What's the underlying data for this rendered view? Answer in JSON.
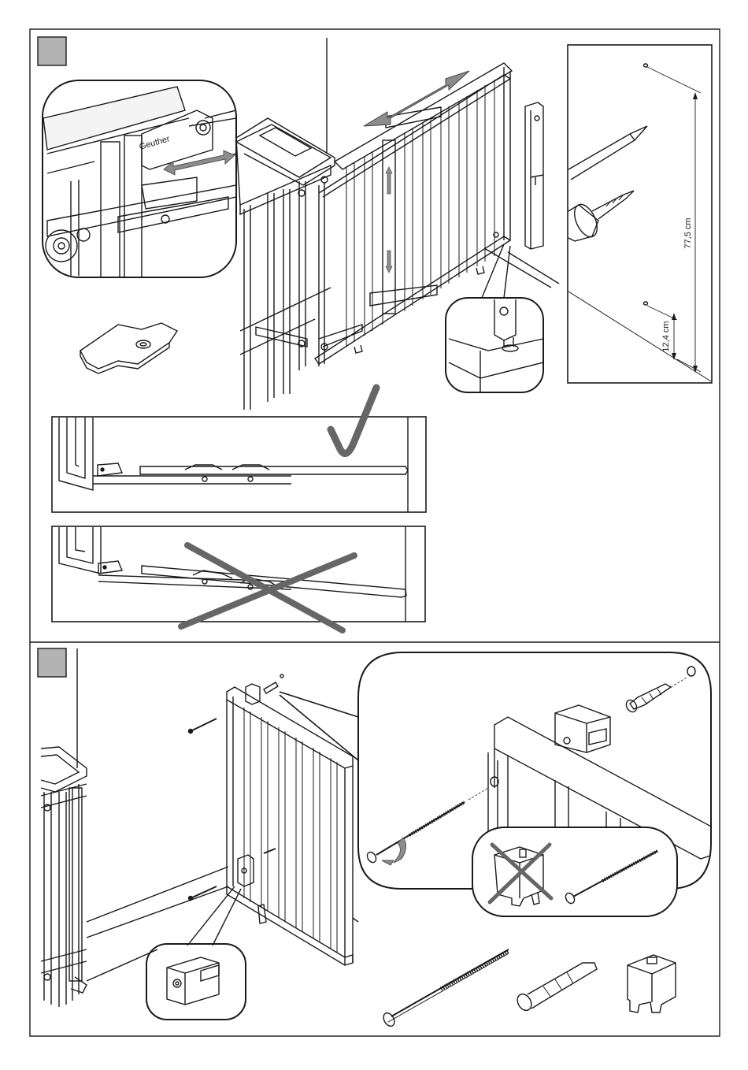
{
  "colors": {
    "line": "#1a1a1a",
    "step_box": "#b3b3b3",
    "arrow": "#8c8c8c",
    "mark": "#666666"
  },
  "wall_panel": {
    "dimension_long": "77,5 cm",
    "dimension_short": "12,4 cm"
  },
  "detail": {
    "logo_text": "Geuther"
  },
  "icons": {
    "correct": "check-mark-icon",
    "incorrect": "cross-mark-icon"
  }
}
